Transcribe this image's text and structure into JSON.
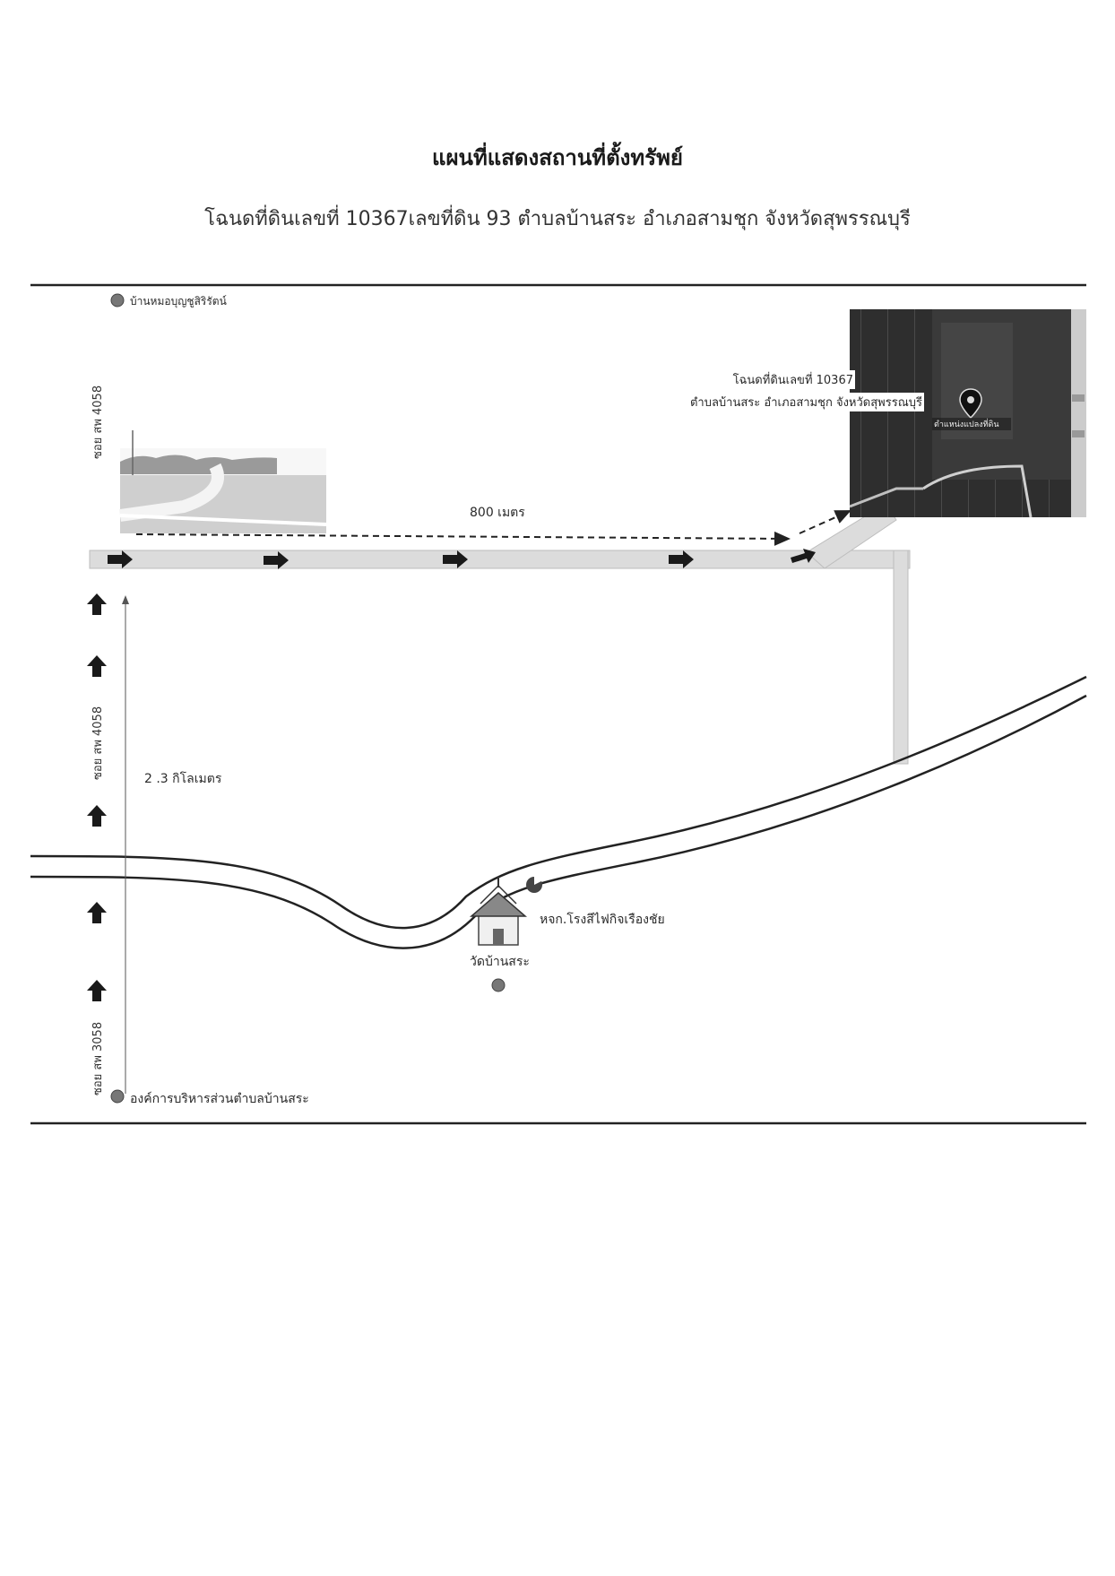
{
  "header": {
    "title": "แผนที่แสดงสถานที่ตั้งทรัพย์",
    "subtitle": "โฉนดที่ดินเลขที่ 10367เลขที่ดิน 93  ตำบลบ้านสระ อำเภอสามชุก จังหวัดสุพรรณบุรี"
  },
  "map": {
    "landmarks": {
      "top_left": "บ้านหมอบุญชูสิริรัตน์",
      "bottom_left": "องค์การบริหารส่วนตำบลบ้านสระ",
      "temple": "วัดบ้านสระ",
      "gas_station": "หจก.โรงสีไฟกิจเรืองชัย"
    },
    "roads": {
      "soi_upper": "ซอย สพ 4058",
      "soi_middle": "ซอย สพ 4058",
      "soi_lower": "ซอย สพ 3058"
    },
    "distances": {
      "horizontal": "800 เมตร",
      "vertical": "2 .3 กิโลเมตร"
    },
    "aerial_photo": {
      "deed_label": "โฉนดที่ดินเลขที่ 10367",
      "location_label": "ตำบลบ้านสระ อำเภอสามชุก จังหวัดสุพรรณบุรี",
      "pin_label": "ตำแหน่งแปลงที่ดิน"
    },
    "colors": {
      "road": "#d9d9d9",
      "arrow": "#1a1a1a",
      "field": "#3a3a3a",
      "marker": "#777777"
    }
  }
}
